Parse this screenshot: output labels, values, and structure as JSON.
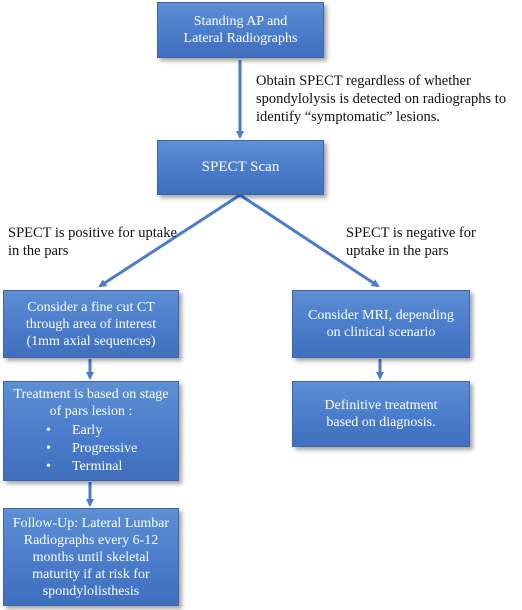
{
  "nodes": {
    "radiographs": "Standing AP and Lateral Radiographs",
    "spect": "SPECT Scan",
    "fine_cut_ct": "Consider a fine cut CT through area of interest (1mm axial sequences)",
    "treatment_title": "Treatment is based on stage of pars lesion :",
    "treatment_stages": [
      "Early",
      "Progressive",
      "Terminal"
    ],
    "follow_up": "Follow-Up: Lateral Lumbar Radiographs every 6-12 months until skeletal maturity if at risk for spondylolisthesis",
    "mri": "Consider MRI, depending on clinical scenario",
    "definitive": "Definitive treatment based on diagnosis."
  },
  "notes": {
    "obtain_spect": "Obtain SPECT regardless of whether spondylolysis is detected on radiographs to identify “symptomatic” lesions.",
    "positive": "SPECT is positive for uptake in the pars",
    "negative": "SPECT is negative for uptake in the pars"
  },
  "colors": {
    "box_fill": "#4a7ccb",
    "arrow": "#4a7ccb",
    "box_text": "#ffffff"
  }
}
